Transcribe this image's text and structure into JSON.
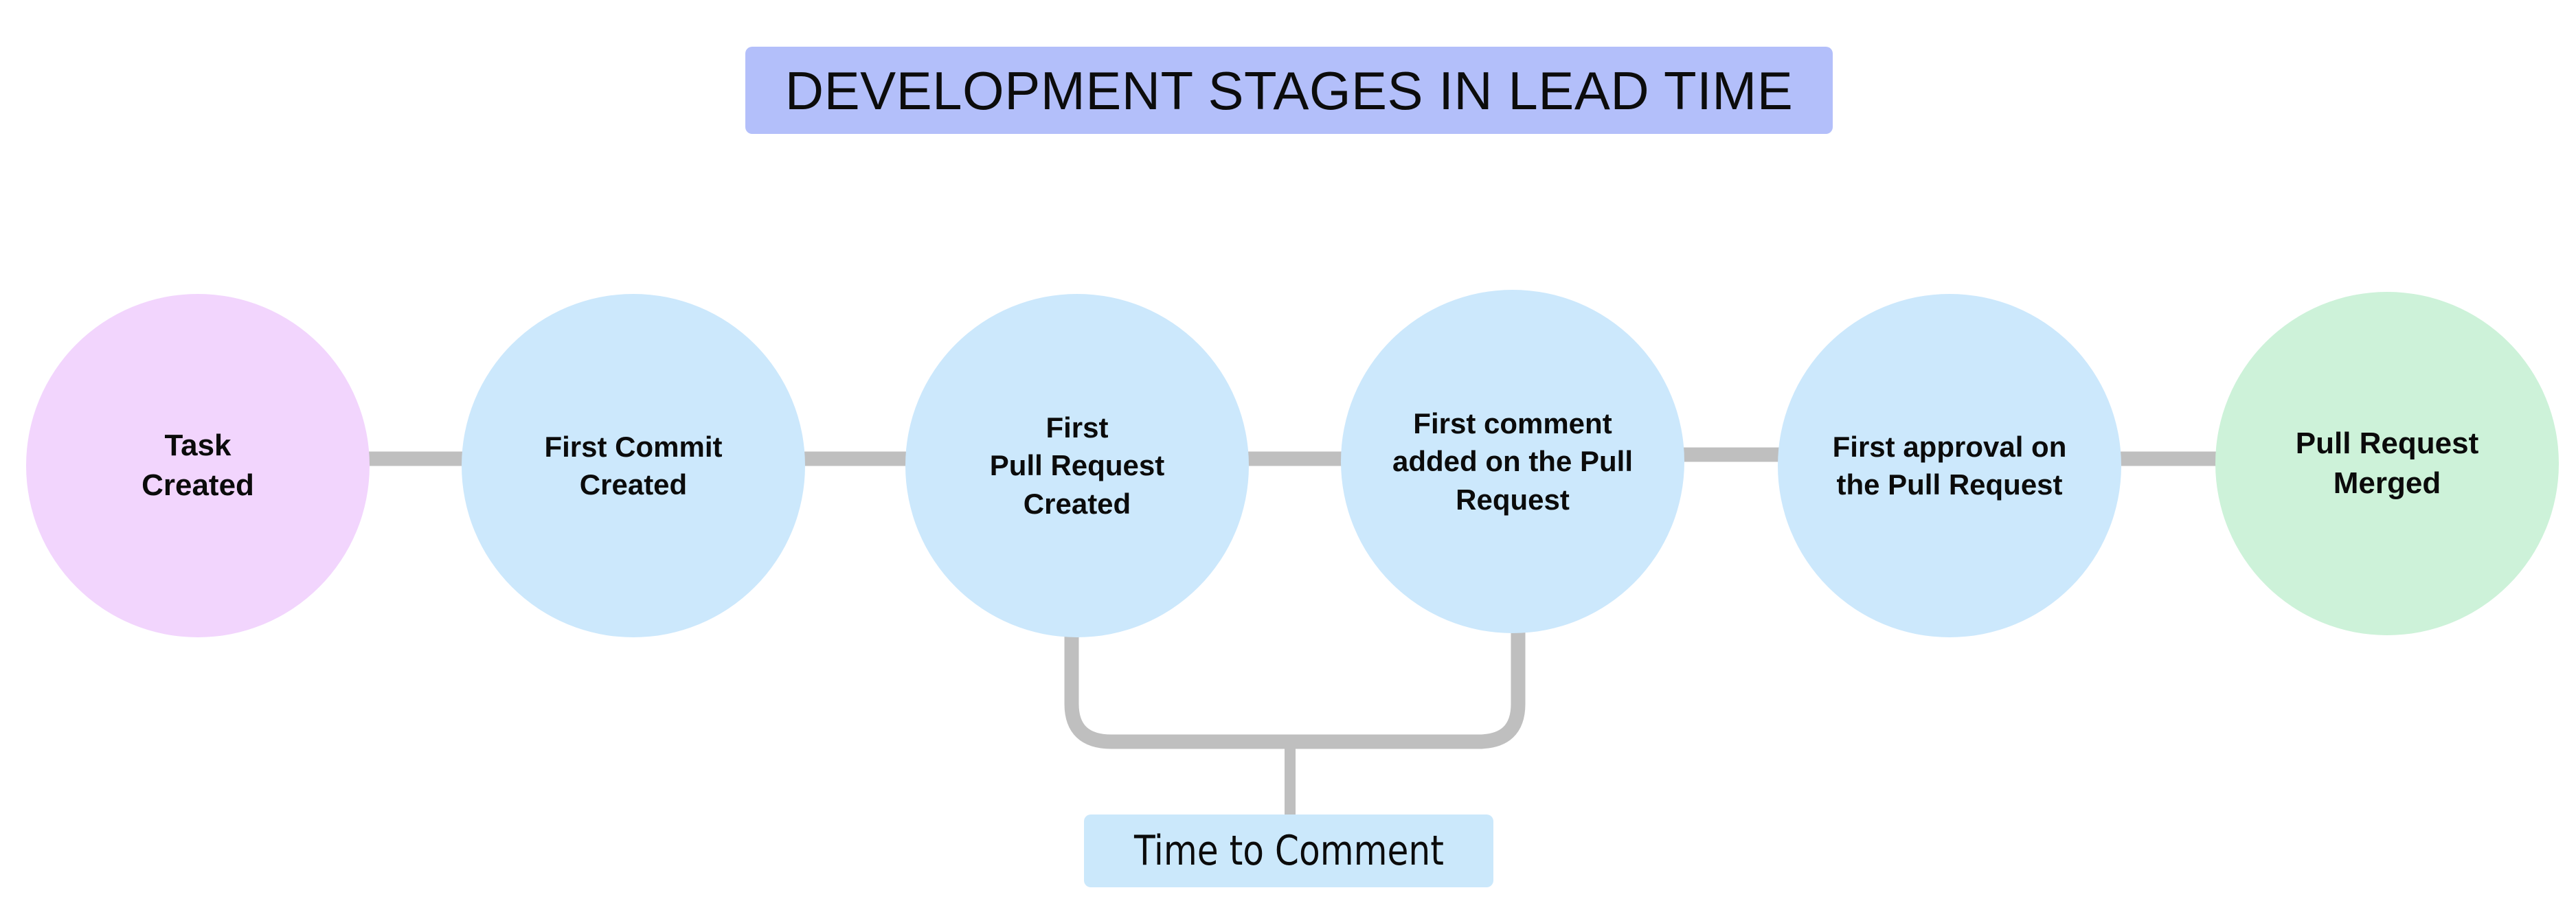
{
  "title": {
    "text": "DEVELOPMENT STAGES IN LEAD TIME",
    "background_color": "#b3bffa",
    "text_color": "#0c0c0c"
  },
  "colors": {
    "start_node": "#f2d5fd",
    "process_node": "#cce8fc",
    "end_node": "#cdf2d9",
    "connector": "#bfbfbf",
    "annotation_background": "#cbe8fb",
    "canvas_background": "#ffffff"
  },
  "stages": [
    {
      "id": "task-created",
      "label": "Task\nCreated",
      "color": "#f2d5fd",
      "role": "start"
    },
    {
      "id": "first-commit-created",
      "label": "First Commit\nCreated",
      "color": "#cce8fc",
      "role": "process"
    },
    {
      "id": "first-pull-request-created",
      "label": "First\nPull Request\nCreated",
      "color": "#cce8fc",
      "role": "process"
    },
    {
      "id": "first-comment-added-on-pull-request",
      "label": "First comment\nadded on the Pull\nRequest",
      "color": "#cce8fc",
      "role": "process"
    },
    {
      "id": "first-approval-on-pull-request",
      "label": "First approval on\nthe Pull Request",
      "color": "#cce8fc",
      "role": "process"
    },
    {
      "id": "pull-request-merged",
      "label": "Pull Request\nMerged",
      "color": "#cdf2d9",
      "role": "end"
    }
  ],
  "annotations": [
    {
      "id": "time-to-comment",
      "label": "Time to Comment",
      "spans_from_stage": "first-pull-request-created",
      "spans_to_stage": "first-comment-added-on-pull-request",
      "background_color": "#cbe8fb"
    }
  ]
}
